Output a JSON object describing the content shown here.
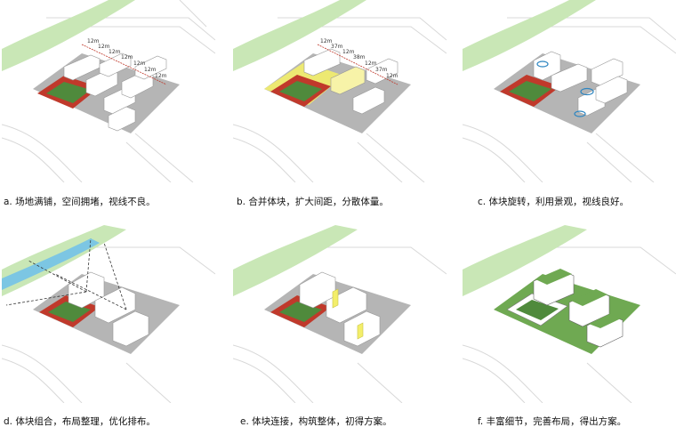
{
  "captions": {
    "a": "a. 场地满铺，空间拥堵，视线不良。",
    "b": "b. 合并体块，扩大间距，分散体量。",
    "c": "c. 体块旋转，利用景观，视线良好。",
    "d": "d. 体块组合，布局整理，优化排布。",
    "e": "e. 体块连接，构筑整体，初得方案。",
    "f": "f. 丰富细节，完善布局，得出方案。"
  },
  "dims": {
    "a": [
      "12m",
      "12m",
      "12m",
      "12m",
      "12m",
      "12m",
      "12m"
    ],
    "b": [
      "12m",
      "37m",
      "12m",
      "38m",
      "12m",
      "37m",
      "12m"
    ]
  },
  "colors": {
    "river": "#c9e7b6",
    "water": "#7cc6e3",
    "road_line": "#d8d8d8",
    "site": "#b5b5b5",
    "track": "#c0392b",
    "field": "#4f8a3c",
    "building": "#ffffff",
    "highlight": "#f3ee6a",
    "roof_green": "#6fa952"
  }
}
